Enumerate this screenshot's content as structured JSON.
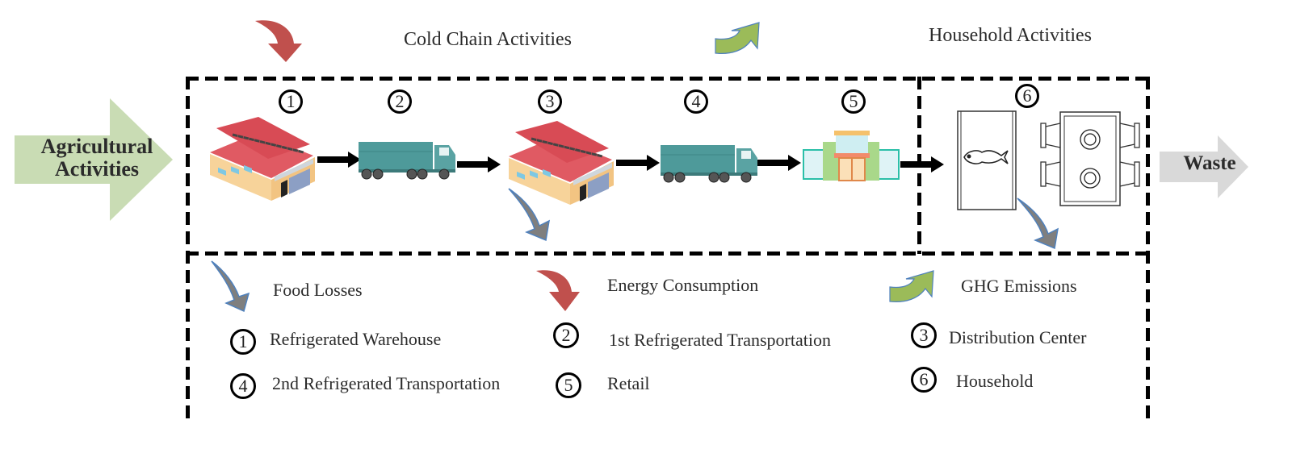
{
  "diagram": {
    "sections": {
      "cold_chain_title": "Cold Chain Activities",
      "household_title": "Household Activities"
    },
    "input_arrow": {
      "label_line1": "Agricultural",
      "label_line2": "Activities",
      "color": "#c9dcb4"
    },
    "output_arrow": {
      "label": "Waste",
      "color": "#d9d9d9"
    },
    "stages": [
      {
        "number": "1",
        "name": "Refrigerated Warehouse",
        "icon": "warehouse-icon"
      },
      {
        "number": "2",
        "name": "1st Refrigerated Transportation",
        "icon": "truck-icon"
      },
      {
        "number": "3",
        "name": "Distribution Center",
        "icon": "warehouse-icon"
      },
      {
        "number": "4",
        "name": "2nd Refrigerated Transportation",
        "icon": "truck-icon"
      },
      {
        "number": "5",
        "name": "Retail",
        "icon": "market-icon"
      },
      {
        "number": "6",
        "name": "Household",
        "icon": "fridge-and-dining-table-icon"
      }
    ],
    "indicators": [
      {
        "name": "Food Losses",
        "icon": "food-loss-arrow-icon",
        "color": "#7f7f7f"
      },
      {
        "name": "Energy Consumption",
        "icon": "energy-arrow-icon",
        "color": "#c0504d"
      },
      {
        "name": "GHG Emissions",
        "icon": "ghg-arrow-icon",
        "color": "#9bbb59"
      }
    ]
  }
}
